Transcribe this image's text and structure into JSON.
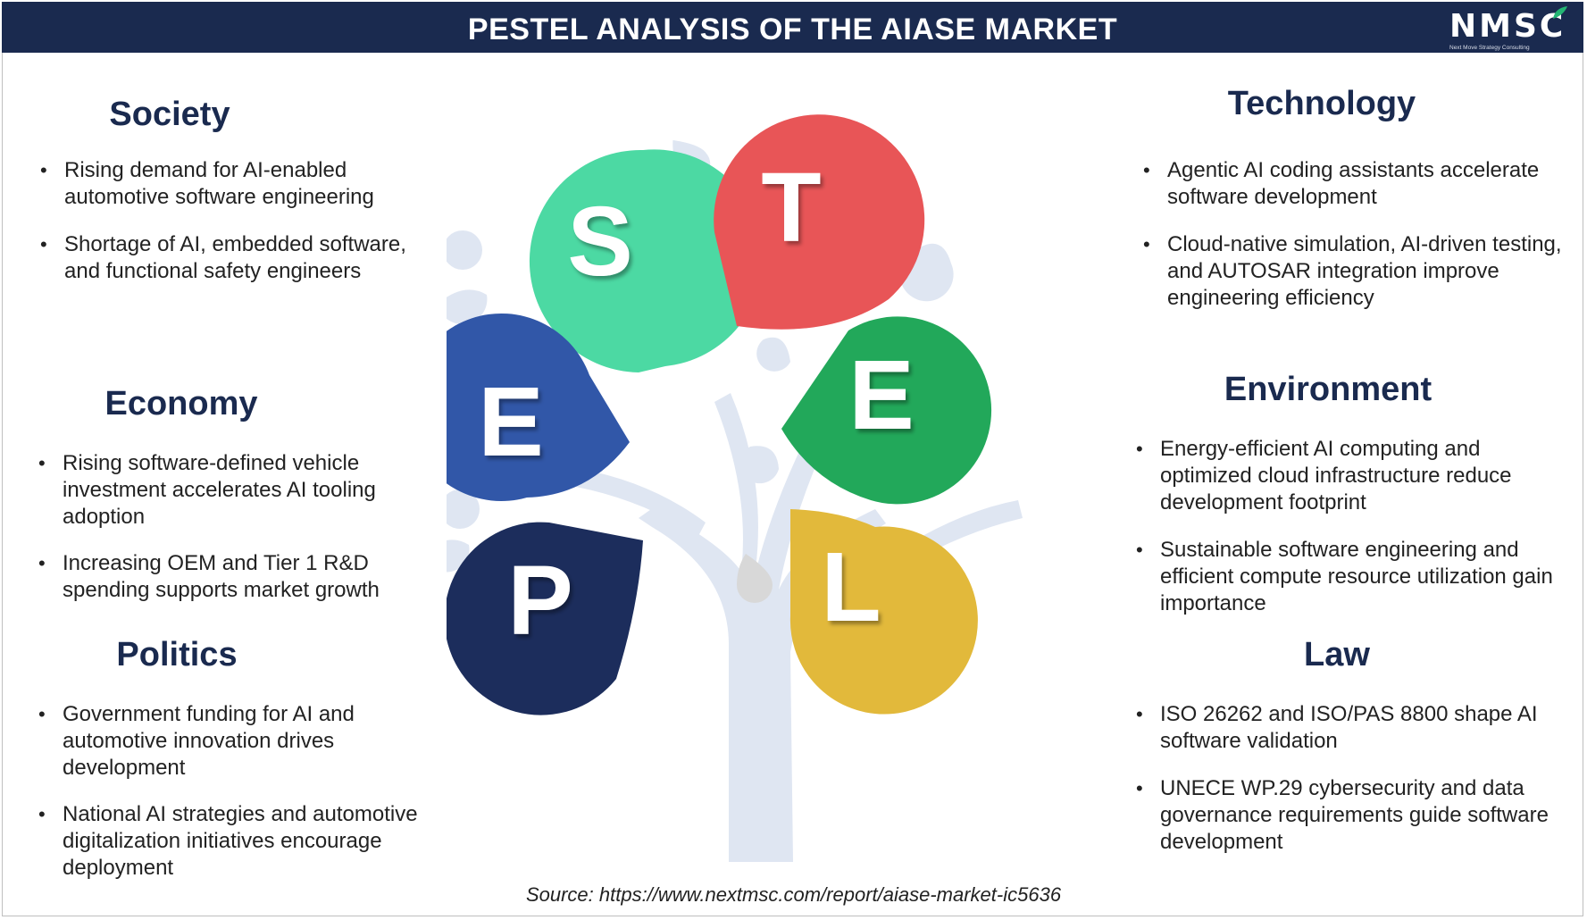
{
  "header": {
    "title": "PESTEL ANALYSIS OF THE AIASE MARKET",
    "logo_text": "NMSC",
    "logo_tagline": "Next Move Strategy Consulting"
  },
  "society": {
    "title": "Society",
    "items": [
      "Rising demand for AI-enabled automotive software engineering",
      "Shortage of AI, embedded software, and functional safety engineers"
    ]
  },
  "economy": {
    "title": "Economy",
    "items": [
      "Rising software-defined vehicle investment accelerates AI tooling adoption",
      "Increasing OEM and Tier 1 R&D spending supports market growth"
    ]
  },
  "politics": {
    "title": "Politics",
    "items": [
      "Government funding for AI and automotive innovation drives development",
      "National AI strategies and automotive digitalization initiatives encourage deployment"
    ]
  },
  "technology": {
    "title": "Technology",
    "items": [
      "Agentic AI coding assistants accelerate software development",
      "Cloud-native simulation, AI-driven testing, and AUTOSAR integration improve engineering efficiency"
    ]
  },
  "environment": {
    "title": "Environment",
    "items": [
      "Energy-efficient AI computing and optimized cloud infrastructure reduce development footprint",
      "Sustainable software engineering and efficient compute resource utilization gain importance"
    ]
  },
  "law": {
    "title": "Law",
    "items": [
      "ISO 26262 and ISO/PAS 8800 shape AI software validation",
      "UNECE WP.29 cybersecurity and data governance requirements guide software development"
    ]
  },
  "diagram": {
    "letters": {
      "s": "S",
      "t": "T",
      "e_left": "E",
      "e_right": "E",
      "p": "P",
      "l": "L"
    },
    "colors": {
      "s": "#4cd9a3",
      "t": "#e85557",
      "e_left": "#3157a8",
      "e_right": "#22a85a",
      "p": "#1c2d5c",
      "l": "#e2b93b",
      "tree": "#dfe6f2"
    }
  },
  "source": "Source: https://www.nextmsc.com/report/aiase-market-ic5636"
}
